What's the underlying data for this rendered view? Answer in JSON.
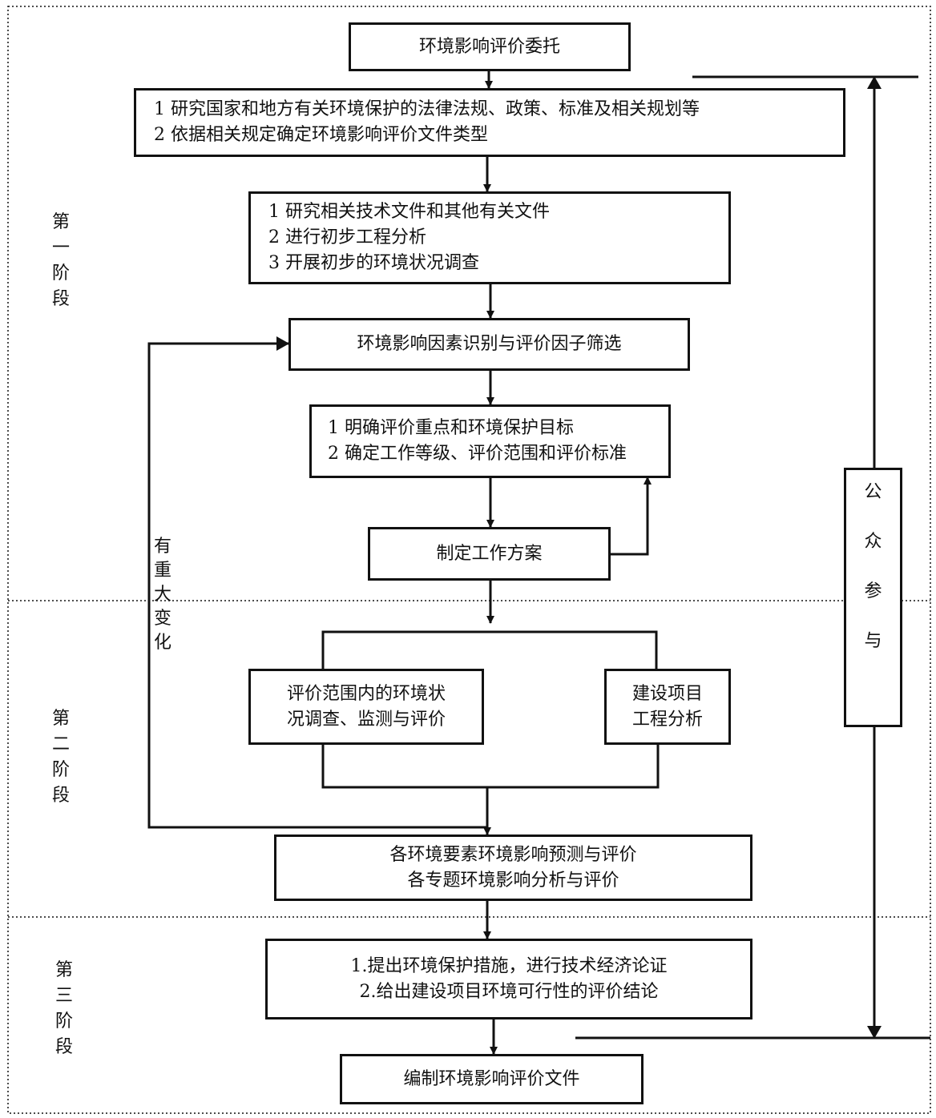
{
  "stages": [
    [
      "第",
      "一",
      "阶",
      "段"
    ],
    [
      "第",
      "二",
      "阶",
      "段"
    ],
    [
      "第",
      "三",
      "阶",
      "段"
    ]
  ],
  "boxes": {
    "entrust": [
      "环境影响评价委托"
    ],
    "research_laws": [
      "1 研究国家和地方有关环境保护的法律法规、政策、标准及相关规划等",
      "2 依据相关规定确定环境影响评价文件类型"
    ],
    "research_docs": [
      "1 研究相关技术文件和其他有关文件",
      "2 进行初步工程分析",
      "3 开展初步的环境状况调查"
    ],
    "identify": [
      "环境影响因素识别与评价因子筛选"
    ],
    "define": [
      "1 明确评价重点和环境保护目标",
      "2 确定工作等级、评价范围和评价标准"
    ],
    "plan": [
      "制定工作方案"
    ],
    "survey": [
      "评价范围内的环境状",
      "况调查、监测与评价"
    ],
    "project": [
      "建设项目",
      "工程分析"
    ],
    "predict": [
      "各环境要素环境影响预测与评价",
      "各专题环境影响分析与评价"
    ],
    "measures": [
      "1.提出环境保护措施，进行技术经济论证",
      "2.给出建设项目环境可行性的评价结论"
    ],
    "compile": [
      "编制环境影响评价文件"
    ]
  },
  "public": [
    "公",
    "众",
    "参",
    "与"
  ],
  "change": [
    "有",
    "重",
    "大",
    "变",
    "化"
  ]
}
